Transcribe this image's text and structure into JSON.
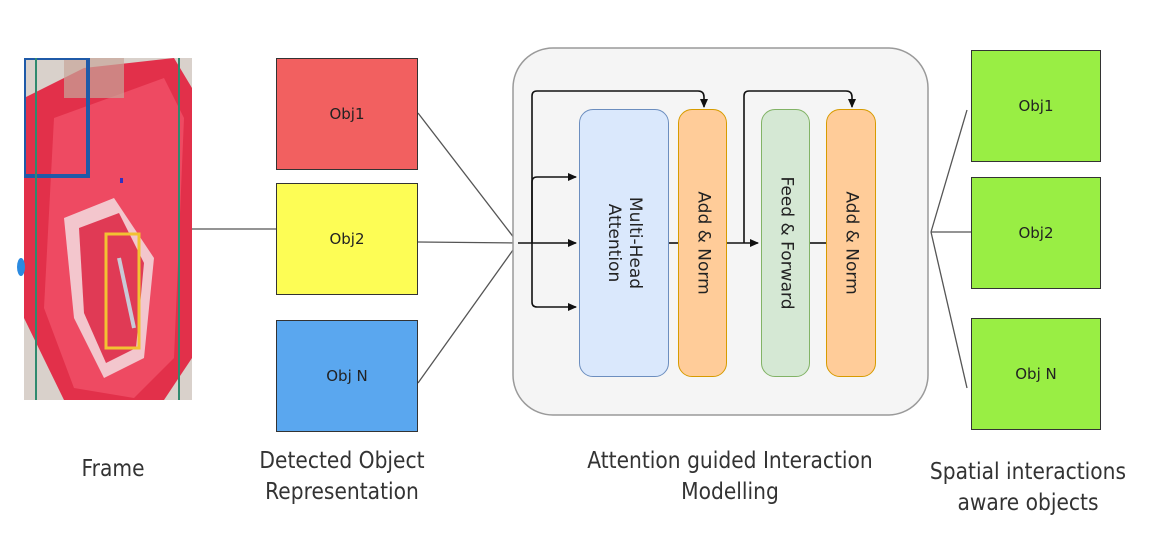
{
  "captions": {
    "frame": "Frame",
    "detected_line1": "Detected Object",
    "detected_line2": "Representation",
    "attention_line1": "Attention guided Interaction",
    "attention_line2": "Modelling",
    "spatial_line1": "Spatial interactions",
    "spatial_line2": "aware objects"
  },
  "detected_objects": [
    {
      "label": "Obj1",
      "color": "#f26060"
    },
    {
      "label": "Obj2",
      "color": "#fdfd55"
    },
    {
      "label": "Obj N",
      "color": "#5aa7ef"
    }
  ],
  "encoder_blocks": {
    "attention": {
      "line1": "Multi-Head",
      "line2": "Attention",
      "fill": "#dae8fc",
      "stroke": "#6c8ebf"
    },
    "add_norm_1": {
      "label": "Add & Norm",
      "fill": "#ffcc99",
      "stroke": "#d79b00"
    },
    "feed_forward": {
      "label": "Feed & Forward",
      "fill": "#d5e8d4",
      "stroke": "#82b366"
    },
    "add_norm_2": {
      "label": "Add & Norm",
      "fill": "#ffcc99",
      "stroke": "#d79b00"
    }
  },
  "output_objects": [
    {
      "label": "Obj1",
      "color": "#99ee44"
    },
    {
      "label": "Obj2",
      "color": "#99ee44"
    },
    {
      "label": "Obj N",
      "color": "#99ee44"
    }
  ]
}
